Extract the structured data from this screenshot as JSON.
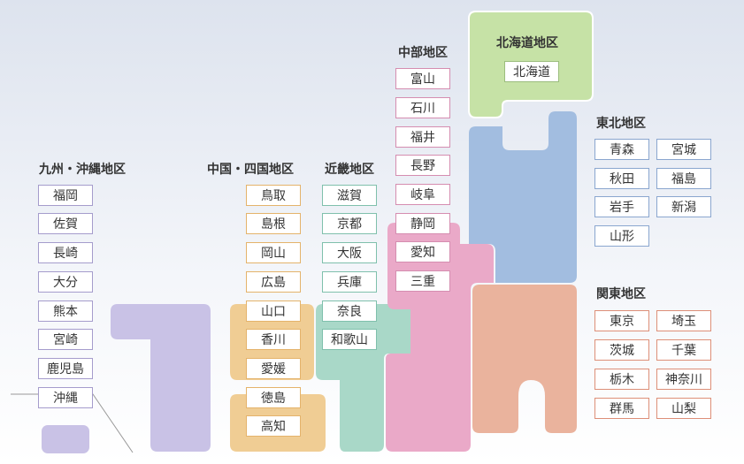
{
  "colors": {
    "kyushu": "#c9c2e6",
    "chugoku": "#f0cd94",
    "kinki": "#a9d8c8",
    "chubu": "#eaa9c8",
    "tohoku": "#a2bde0",
    "kanto": "#eab39d",
    "hokkaido": "#c6e2a6"
  },
  "regions": {
    "kyushu": {
      "title": "九州・沖縄地区",
      "prefs": [
        "福岡",
        "佐賀",
        "長崎",
        "大分",
        "熊本",
        "宮崎",
        "鹿児島",
        "沖縄"
      ]
    },
    "chugoku": {
      "title": "中国・四国地区",
      "prefs": [
        "鳥取",
        "島根",
        "岡山",
        "広島",
        "山口",
        "香川",
        "愛媛",
        "徳島",
        "高知"
      ]
    },
    "kinki": {
      "title": "近畿地区",
      "prefs": [
        "滋賀",
        "京都",
        "大阪",
        "兵庫",
        "奈良",
        "和歌山"
      ]
    },
    "chubu": {
      "title": "中部地区",
      "prefs": [
        "富山",
        "石川",
        "福井",
        "長野",
        "岐阜",
        "静岡",
        "愛知",
        "三重"
      ]
    },
    "hokkaido": {
      "title": "北海道地区",
      "prefs": [
        "北海道"
      ]
    },
    "tohoku": {
      "title": "東北地区",
      "prefs": [
        "青森",
        "宮城",
        "秋田",
        "福島",
        "岩手",
        "新潟",
        "山形"
      ]
    },
    "kanto": {
      "title": "関東地区",
      "prefs": [
        "東京",
        "埼玉",
        "茨城",
        "千葉",
        "栃木",
        "神奈川",
        "群馬",
        "山梨"
      ]
    }
  }
}
